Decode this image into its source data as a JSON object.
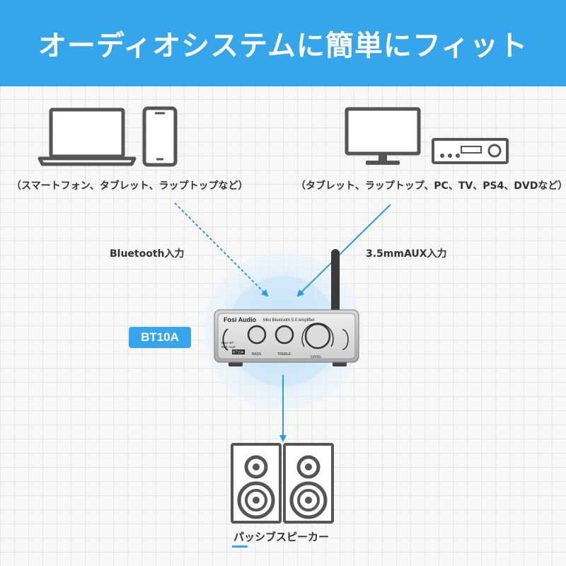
{
  "banner": {
    "title": "オーディオシステムに簡単にフィット"
  },
  "sources": {
    "left_caption": "（スマートフォン、タブレット、ラップトップなど）",
    "right_caption": "（タブレット、ラップトップ、PC、TV、PS4、DVDなど）"
  },
  "inputs": {
    "bluetooth_label": "Bluetooth入力",
    "aux_label": "3.5mmAUX入力"
  },
  "amplifier": {
    "badge": "BT10A",
    "brand": "Fosi Audio",
    "model_text": "Mini Bluetooth 5.0 Amplifier",
    "bass_label": "BASS",
    "treble_label": "TREBLE",
    "vol_label": "⏻/VOL",
    "mode_blue": "Blue: BT",
    "mode_red": "Red: AUX",
    "front_badge": "BT10A"
  },
  "output": {
    "speaker_label": "パッシブスピーカー"
  },
  "colors": {
    "accent": "#35a5ec",
    "arrow": "#2f9be6",
    "device_stroke": "#555555",
    "glow": "#d6ecfb"
  },
  "icons": {
    "laptop": "laptop-icon",
    "phone": "smartphone-icon",
    "monitor": "monitor-icon",
    "player": "dvd-player-icon",
    "speakers": "speaker-icon"
  }
}
